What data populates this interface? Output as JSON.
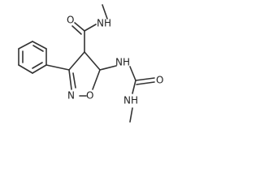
{
  "molecule": {
    "atoms": {
      "amide_oxygen": "O",
      "amide_nitrogen": "NH",
      "urea_nitrogen_1": "NH",
      "urea_oxygen": "O",
      "urea_nitrogen_2": "NH",
      "ring_nitrogen": "N",
      "ring_oxygen": "O"
    },
    "colors": {
      "bond": "#333333",
      "text": "#222222",
      "background": "#ffffff"
    }
  }
}
